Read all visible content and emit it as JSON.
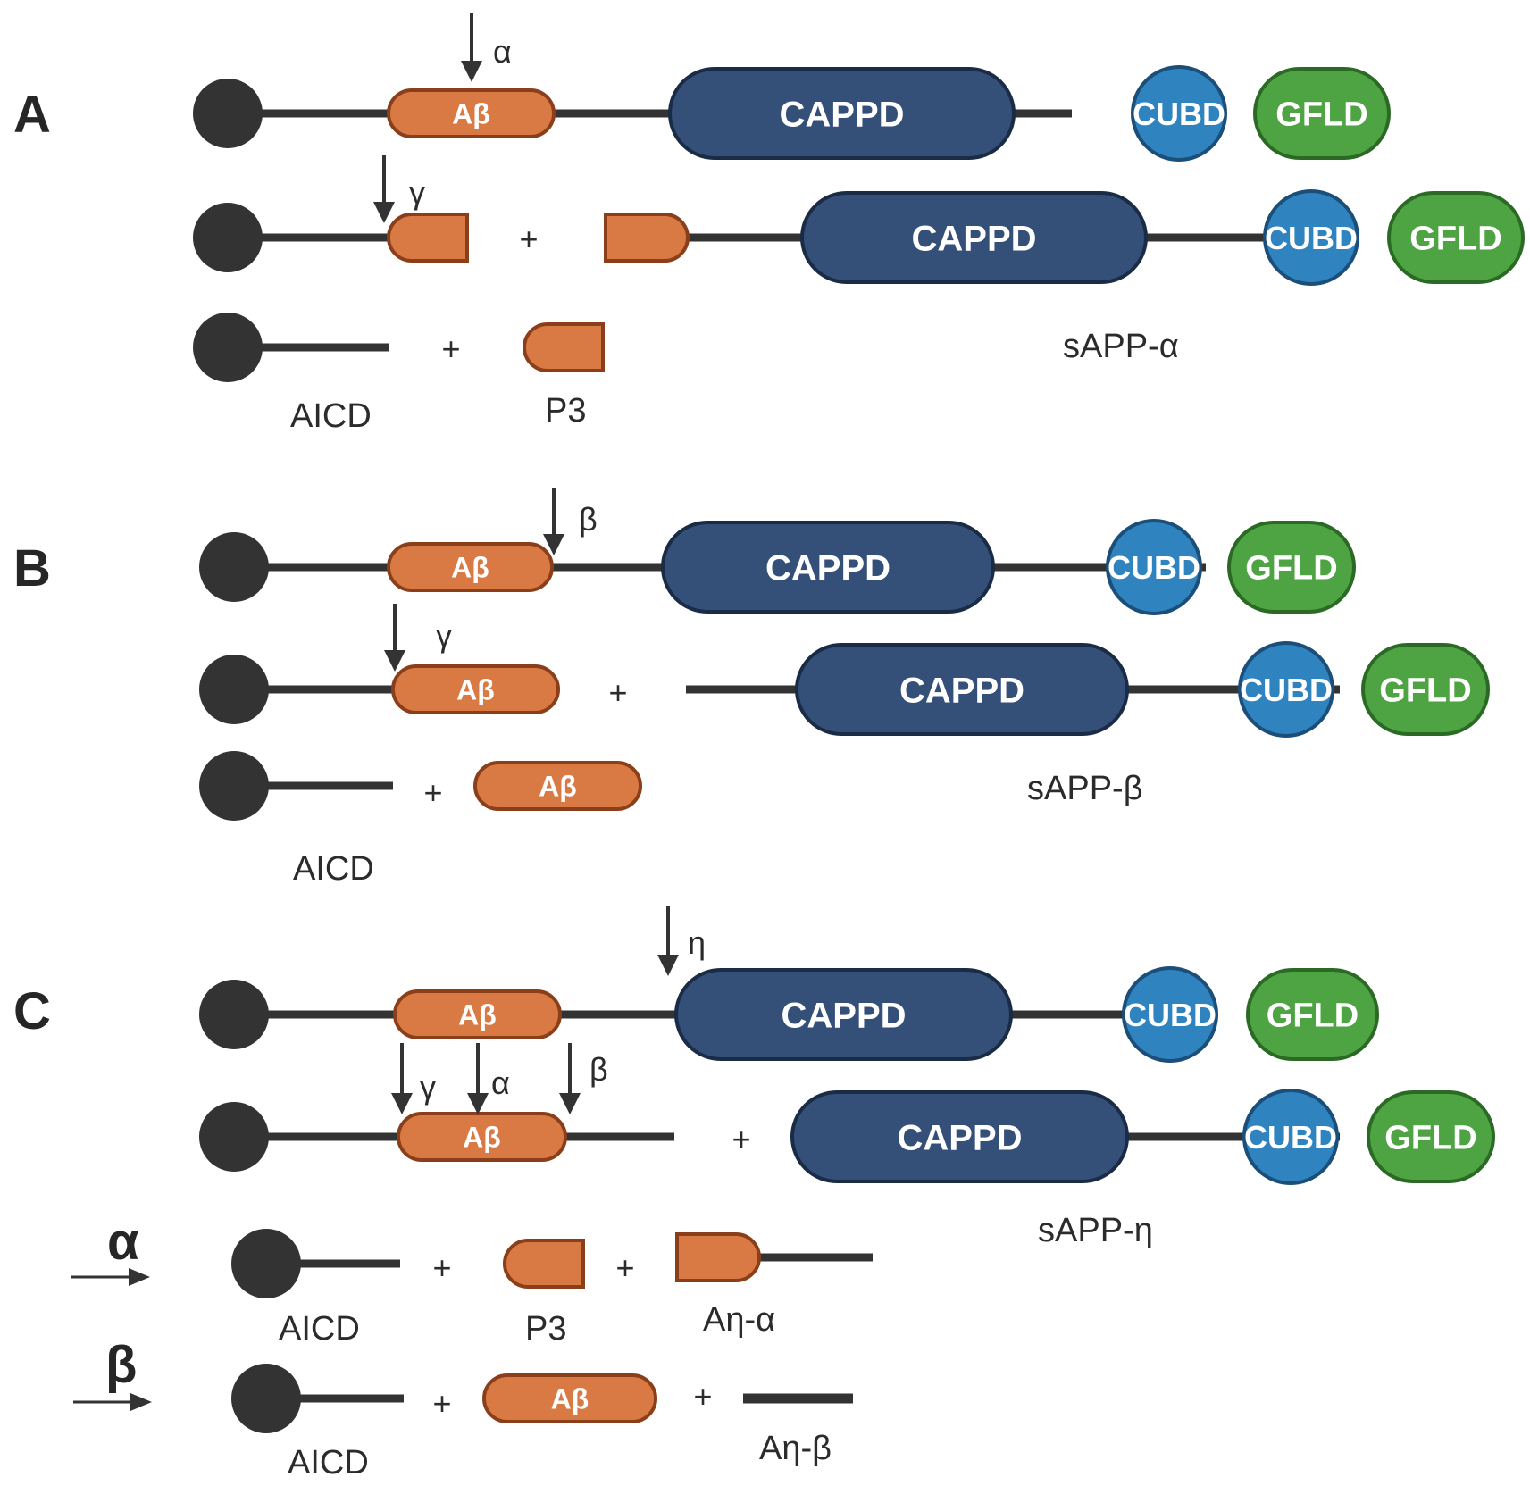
{
  "colors": {
    "abeta": "#d97a44",
    "abeta_stroke": "#8a3f1a",
    "cappd": "#344f78",
    "cappd_stroke": "#1a2b45",
    "cubd": "#2f84c0",
    "cubd_stroke": "#1b4e78",
    "gfld": "#4ea343",
    "gfld_stroke": "#2a6a24",
    "membrane_anchor": "#333333",
    "line": "#333333"
  },
  "domains": {
    "abeta": "Aβ",
    "cappd": "CAPPD",
    "cubd": "CUBD",
    "gfld": "GFLD"
  },
  "symbols": {
    "plus": "+"
  },
  "enzymes": {
    "alpha": "α",
    "beta": "β",
    "gamma": "γ",
    "eta": "η"
  },
  "panels": {
    "a": {
      "letter": "A",
      "sapp_label": "sAPP-α",
      "aicd_label": "AICD",
      "p3_label": "P3"
    },
    "b": {
      "letter": "B",
      "sapp_label": "sAPP-β",
      "aicd_label": "AICD"
    },
    "c": {
      "letter": "C",
      "sapp_label": "sAPP-η",
      "alpha_path": {
        "enzyme": "α",
        "aicd_label": "AICD",
        "p3_label": "P3",
        "fragment_label": "Aη-α"
      },
      "beta_path": {
        "enzyme": "β",
        "aicd_label": "AICD",
        "fragment_label": "Aη-β"
      }
    }
  }
}
